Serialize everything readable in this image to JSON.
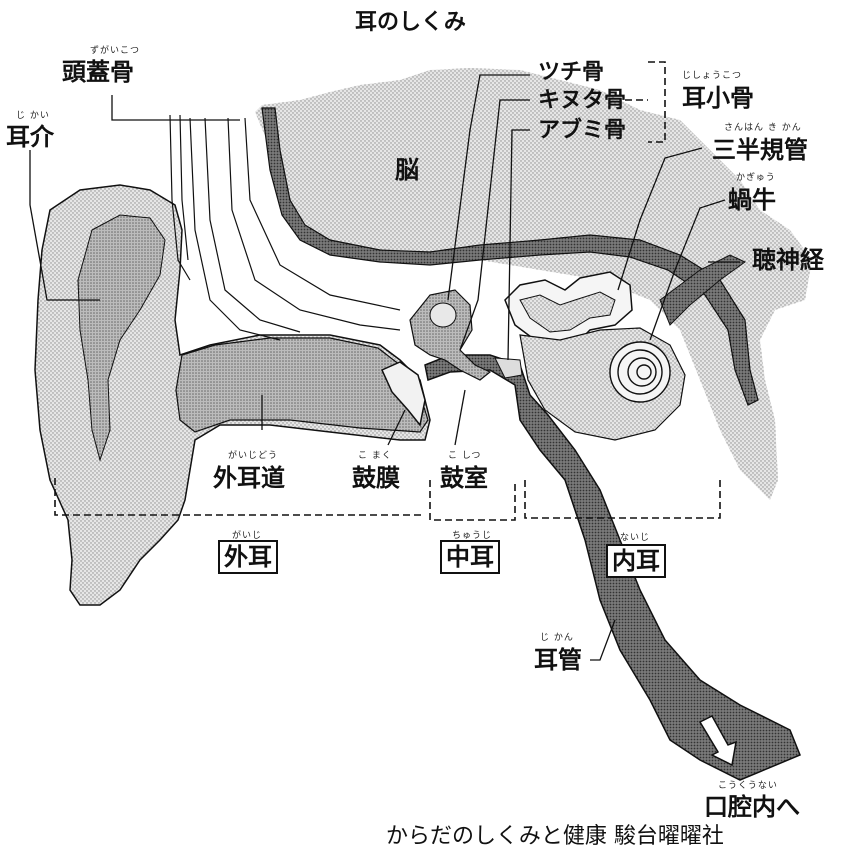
{
  "title": "耳のしくみ",
  "labels": {
    "skull": {
      "text": "頭蓋骨",
      "ruby": "ずがいこつ"
    },
    "auricle": {
      "text": "耳介",
      "ruby": "じ かい"
    },
    "brain": {
      "text": "脳"
    },
    "malleus": {
      "text": "ツチ骨"
    },
    "incus": {
      "text": "キヌタ骨"
    },
    "stapes": {
      "text": "アブミ骨"
    },
    "ossicles": {
      "text": "耳小骨",
      "ruby": "じしょうこつ"
    },
    "semicircular": {
      "text": "三半規管",
      "ruby": "さんはん き かん"
    },
    "cochlea": {
      "text": "蝸牛",
      "ruby": "かぎゅう"
    },
    "auditory_nerve": {
      "text": "聴神経"
    },
    "ear_canal": {
      "text": "外耳道",
      "ruby": "がいじどう"
    },
    "eardrum": {
      "text": "鼓膜",
      "ruby": "こ まく"
    },
    "tympanic_cavity": {
      "text": "鼓室",
      "ruby": "こ しつ"
    },
    "outer_ear": {
      "text": "外耳",
      "ruby": "がいじ"
    },
    "middle_ear": {
      "text": "中耳",
      "ruby": "ちゅうじ"
    },
    "inner_ear": {
      "text": "内耳",
      "ruby": "ないじ"
    },
    "eustachian": {
      "text": "耳管",
      "ruby": "じ かん"
    },
    "to_mouth": {
      "text": "口腔内へ",
      "ruby": "こうくうない"
    }
  },
  "credit": "からだのしくみと健康 駿台曜曜社",
  "colors": {
    "tissue": "#dedede",
    "mid_tone": "#b4b4b4",
    "dark": "#6e6e6e",
    "line": "#111111",
    "bg": "#ffffff"
  }
}
